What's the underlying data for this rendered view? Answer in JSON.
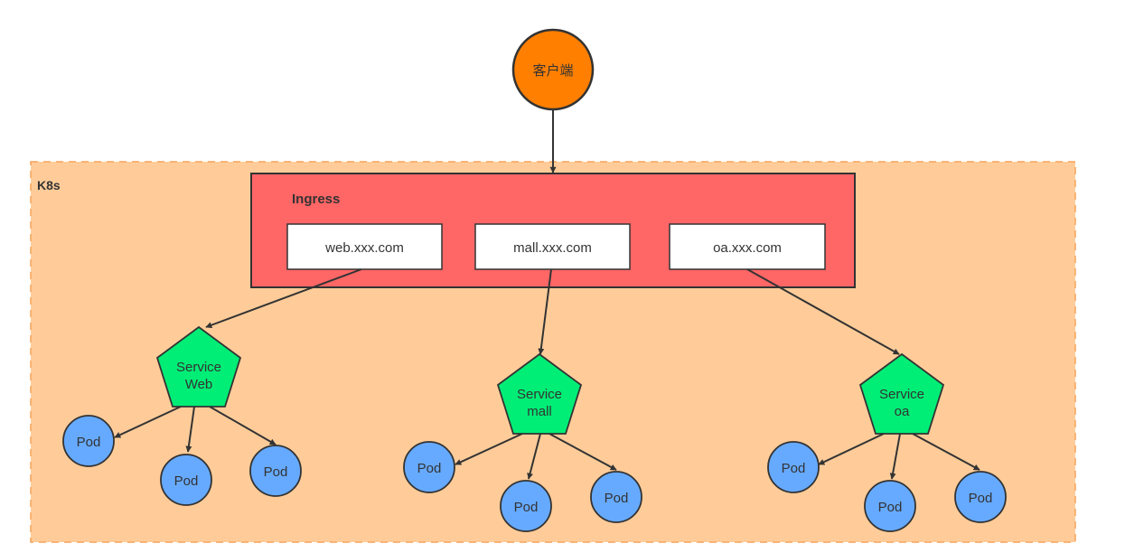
{
  "client": {
    "label": "客户端",
    "color": "#ff7f00"
  },
  "cluster": {
    "label": "K8s",
    "fill": "#ffcc99",
    "border": "#f5a35a"
  },
  "ingress": {
    "label": "Ingress",
    "fill": "#ff6666",
    "hosts": [
      {
        "label": "web.xxx.com"
      },
      {
        "label": "mall.xxx.com"
      },
      {
        "label": "oa.xxx.com"
      }
    ]
  },
  "services": [
    {
      "line1": "Service",
      "line2": "Web",
      "pods": [
        "Pod",
        "Pod",
        "Pod"
      ]
    },
    {
      "line1": "Service",
      "line2": "mall",
      "pods": [
        "Pod",
        "Pod",
        "Pod"
      ]
    },
    {
      "line1": "Service",
      "line2": "oa",
      "pods": [
        "Pod",
        "Pod",
        "Pod"
      ]
    }
  ],
  "colors": {
    "service_fill": "#00ee76",
    "pod_fill": "#66aaff",
    "stroke": "#333333"
  }
}
